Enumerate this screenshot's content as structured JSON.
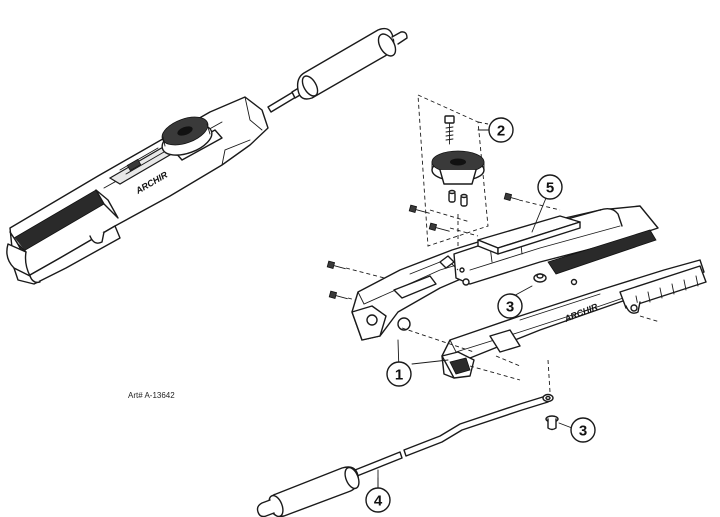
{
  "art_label": "Art# A-13642",
  "brand_text": "ARCHIR",
  "callouts": [
    {
      "number": "1"
    },
    {
      "number": "2"
    },
    {
      "number": "3"
    },
    {
      "number": "3"
    },
    {
      "number": "4"
    },
    {
      "number": "5"
    }
  ]
}
